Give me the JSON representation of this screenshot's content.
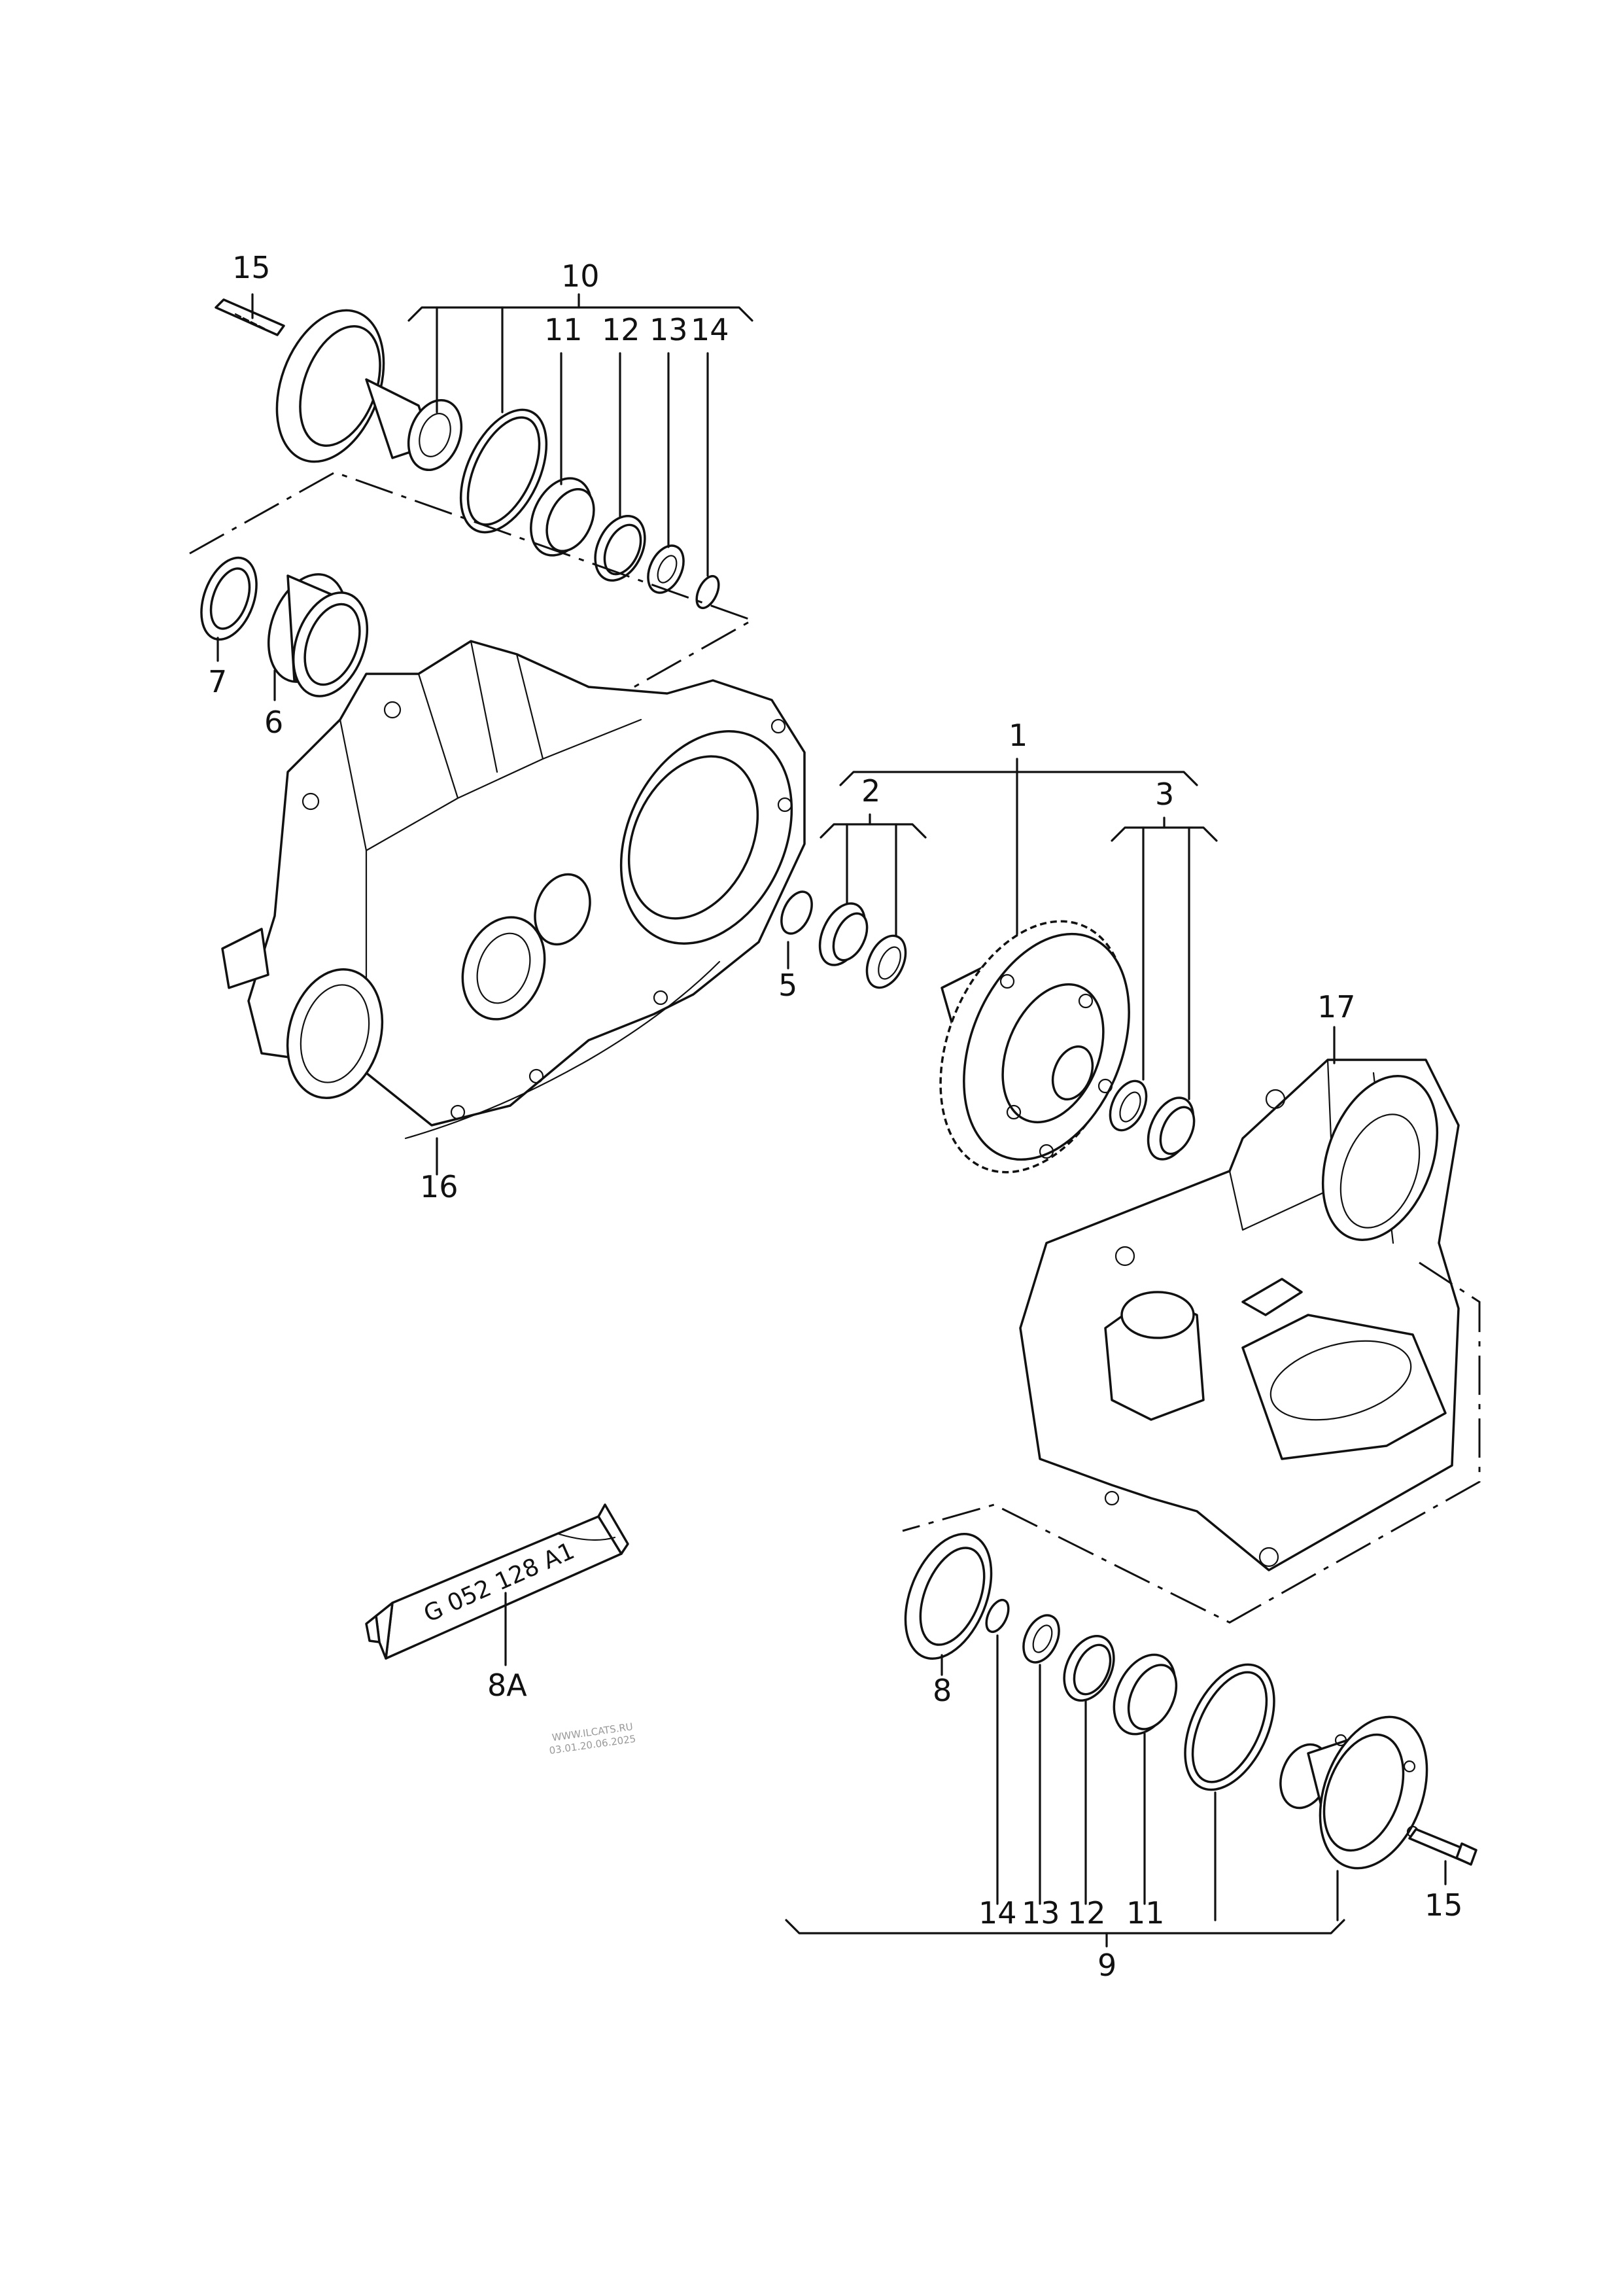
{
  "callouts": {
    "c15_top": "15",
    "c10": "10",
    "c11_top": "11",
    "c12_top": "12",
    "c13_top": "13",
    "c14_top": "14",
    "c7": "7",
    "c6": "6",
    "c1": "1",
    "c2": "2",
    "c3": "3",
    "c5": "5",
    "c17": "17",
    "c16": "16",
    "c8": "8",
    "c8A": "8A",
    "c14_bot": "14",
    "c13_bot": "13",
    "c12_bot": "12",
    "c11_bot": "11",
    "c15_bot": "15",
    "c9": "9"
  },
  "sealant_tube_label": "G 052 128 A1",
  "watermark": {
    "line1": "WWW.ILCATS.RU",
    "line2": "03.01.20.06.2025"
  }
}
